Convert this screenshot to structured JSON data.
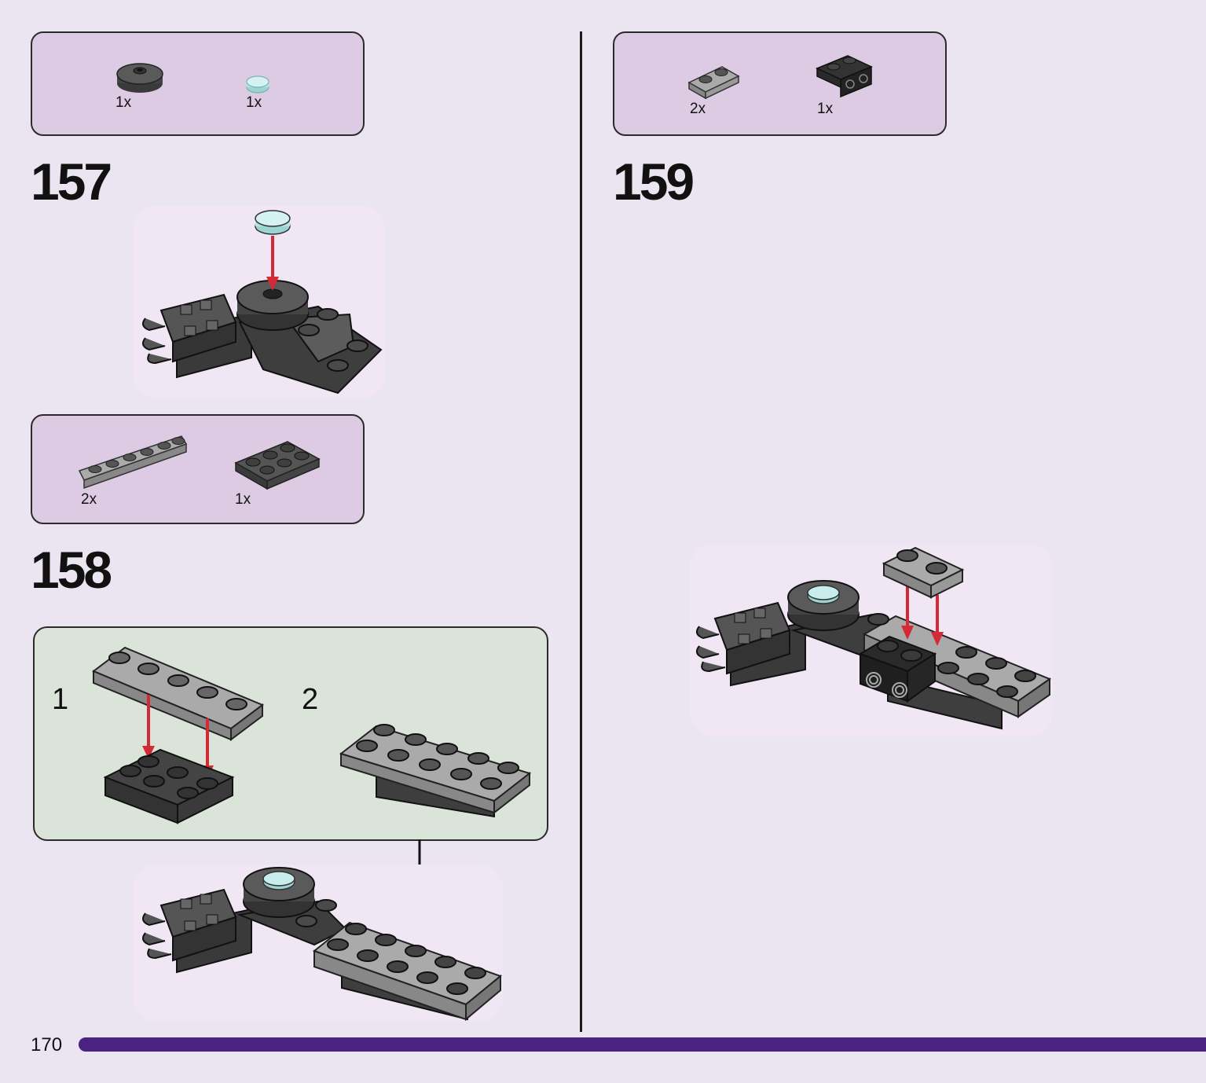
{
  "page": {
    "number": "170",
    "progress_bar_color": "#4a2380",
    "background_color": "#ebe5f2"
  },
  "steps": [
    {
      "number": "157",
      "parts": [
        {
          "qty": "1x",
          "part": "dark-gray round plate with center stud"
        },
        {
          "qty": "1x",
          "part": "transparent light-blue round tile"
        }
      ]
    },
    {
      "number": "158",
      "parts": [
        {
          "qty": "2x",
          "part": "light-gray 1x6 plate"
        },
        {
          "qty": "1x",
          "part": "dark-gray 2x3 plate"
        }
      ],
      "substeps": [
        {
          "number": "1"
        },
        {
          "number": "2"
        }
      ]
    },
    {
      "number": "159",
      "parts": [
        {
          "qty": "2x",
          "part": "light-gray 1x2 plate"
        },
        {
          "qty": "1x",
          "part": "black bracket 1x2 - 1x2"
        }
      ]
    }
  ],
  "colors": {
    "parts_box": "#dccbe2",
    "submodel_box": "#dae4d8",
    "arrow_red": "#d42a35",
    "divider": "#1a1a1a"
  }
}
